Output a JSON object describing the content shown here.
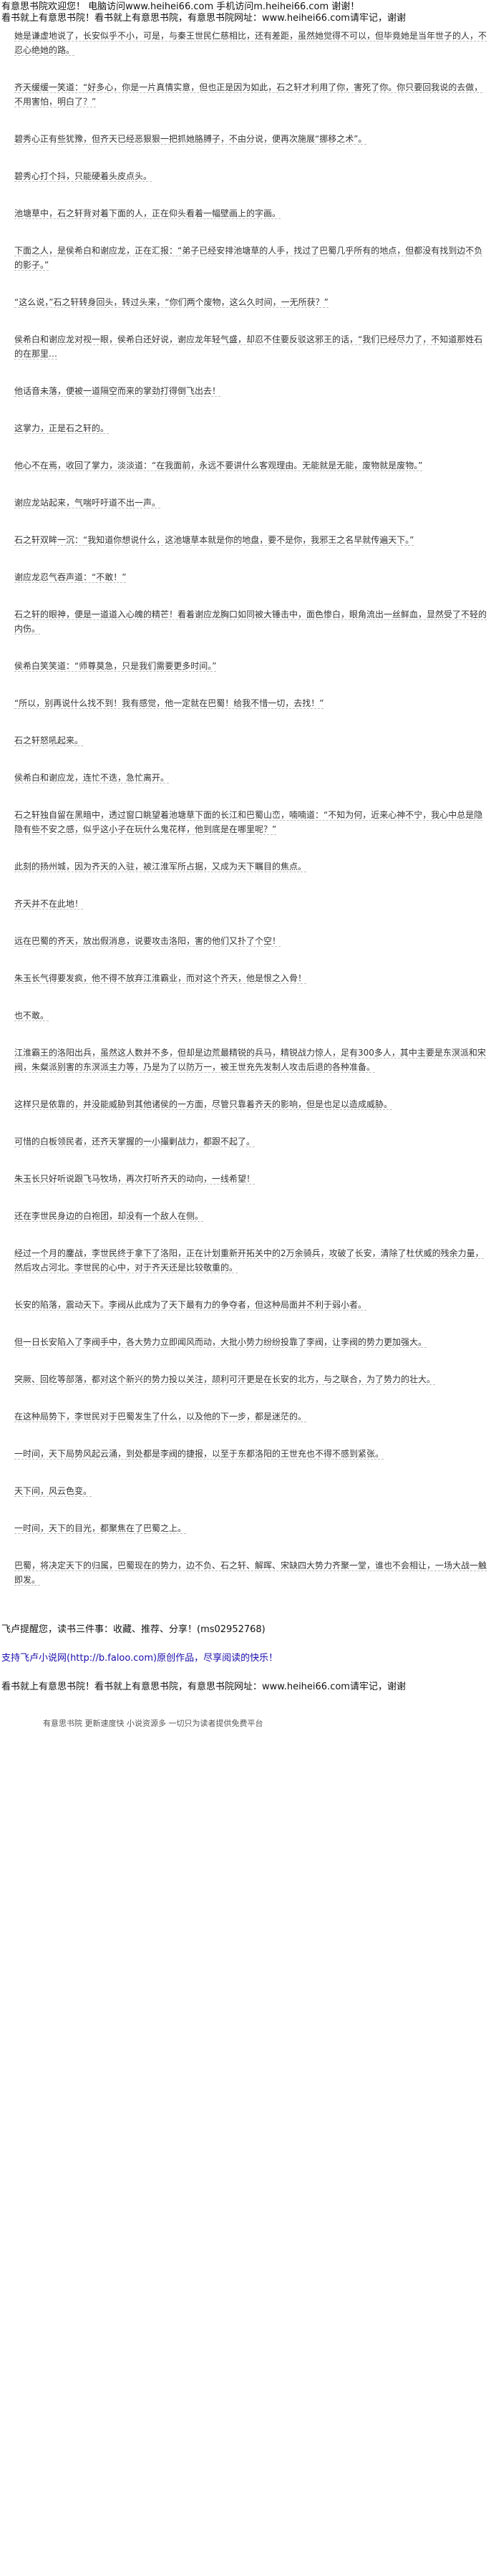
{
  "header": {
    "line1": "有意思书院欢迎您！ 电脑访问www.heihei66.com 手机访问m.heihei66.com 谢谢！",
    "line2": "看书就上有意思书院！看书就上有意思书院，有意思书院网址：www.heihei66.com请牢记，谢谢"
  },
  "paragraphs": [
    "她是谦虚地说了，长安似乎不小，可是，与秦王世民仁慈相比，还有差距，虽然她觉得不可以，但毕竟她是当年世子的人，不忍心绝她的路。",
    "齐天缓缓一笑道：“好多心，你是一片真情实意，但也正是因为如此，石之轩才利用了你，害死了你。你只要回我说的去做，不用害怕，明白了？”",
    "碧秀心正有些犹豫，但齐天已经恶狠狠一把抓她胳膊子，不由分说，便再次施展“挪移之术”。",
    "碧秀心打个抖，只能硬着头皮点头。",
    "池塘草中，石之轩背对着下面的人，正在仰头看着一幅壁画上的字画。",
    "下面之人，是侯希白和谢应龙，正在汇报：“弟子已经安排池塘草的人手，找过了巴蜀几乎所有的地点，但都没有找到边不负的影子。”",
    "“这么说，”石之轩转身回头，转过头来，“你们两个废物，这么久时间，一无所获？”",
    "侯希白和谢应龙对视一眼，侯希白还好说，谢应龙年轻气盛，却忍不住要反驳这邪王的话，“我们已经尽力了，不知道那姓石的在那里…",
    "他话音未落，便被一道隔空而来的掌劲打得倒飞出去！",
    "这掌力，正是石之轩的。",
    "他心不在焉，收回了掌力，淡淡道：“在我面前，永远不要讲什么客观理由。无能就是无能，废物就是废物。”",
    "谢应龙站起来，气喘吁吁道不出一声。",
    "石之轩双眸一沉：“我知道你想说什么，这池塘草本就是你的地盘，要不是你，我邪王之名早就传遍天下。”",
    "谢应龙忍气吞声道：“不敢！”",
    "石之轩的眼神，便是一道道入心魄的精芒！看着谢应龙胸口如同被大锤击中，面色惨白，眼角流出一丝鲜血，显然受了不轻的内伤。",
    "侯希白笑笑道：“师尊莫急，只是我们需要更多时间。”",
    "“所以，别再说什么找不到！我有感觉，他一定就在巴蜀！给我不惜一切，去找！”",
    "石之轩怒吼起来。",
    "侯希白和谢应龙，连忙不迭，急忙离开。",
    "石之轩独自留在黑暗中，透过窗口眺望着池塘草下面的长江和巴蜀山峦，喃喃道：“不知为何，近来心神不宁，我心中总是隐隐有些不安之感，似乎这小子在玩什么鬼花样，他到底是在哪里呢？”",
    "此刻的扬州城，因为齐天的入驻，被江淮军所占据，又成为天下瞩目的焦点。",
    "齐天并不在此地！",
    "远在巴蜀的齐天，放出假消息，说要攻击洛阳，害的他们又扑了个空！",
    "朱玉长气得要发疯，他不得不放弃江淮霸业，而对这个齐天，他是恨之入骨！",
    "也不敢。",
    "江淮霸王的洛阳出兵，虽然这人数并不多，但却是边荒最精锐的兵马，精锐战力惊人，足有300多人，其中主要是东溟派和宋阀，朱粲派别害的东溟派主力等，乃是为了以防万一，被王世充先发制人攻击后退的各种准备。",
    "这样只是依靠的，并没能威胁到其他诸侯的一方面，尽管只靠着齐天的影响，但是也足以造成威胁。",
    "可惜的白板领民者，还齐天掌握的一小撮剿战力，都跟不起了。",
    "朱玉长只好听说跟飞马牧场，再次打听齐天的动向，一线希望！",
    "还在李世民身边的白袍团，却没有一个敌人在侧。",
    "经过一个月的鏖战，李世民终于拿下了洛阳，正在计划重新开拓关中的2万余骑兵，攻破了长安，清除了杜伏威的残余力量，然后攻占河北。李世民的心中，对于齐天还是比较敬重的。",
    "长安的陷落，震动天下。李阀从此成为了天下最有力的争夺者，但这种局面并不利于弱小者。",
    "但一日长安陷入了李阀手中，各大势力立即闻风而动，大批小势力纷纷投靠了李阀，让李阀的势力更加强大。",
    "突厥、回纥等部落，都对这个新兴的势力投以关注，颉利可汗更是在长安的北方，与之联合，为了势力的壮大。",
    "在这种局势下，李世民对于巴蜀发生了什么，以及他的下一步，都是迷茫的。",
    "一时间，天下局势风起云涌，到处都是李阀的捷报，以至于东都洛阳的王世充也不得不感到紧张。",
    "天下间，风云色变。",
    "一时间，天下的目光，都聚焦在了巴蜀之上。",
    "巴蜀，将决定天下的归属，巴蜀现在的势力，边不负、石之轩、解晖、宋缺四大势力齐聚一堂，谁也不会相让，一场大战一触即发。"
  ],
  "footer": {
    "signoff": "飞卢提醒您，读书三件事：收藏、推荐、分享！(ms02952768)",
    "support": "支持飞卢小说网(http://b.faloo.com)原创作品，尽享阅读的快乐！",
    "line1": "看书就上有意思书院！看书就上有意思书院，有意思书院网址：www.heihei66.com请牢记，谢谢",
    "note": "有意思书院 更新速度快 小说资源多 一切只为读者提供免费平台"
  }
}
